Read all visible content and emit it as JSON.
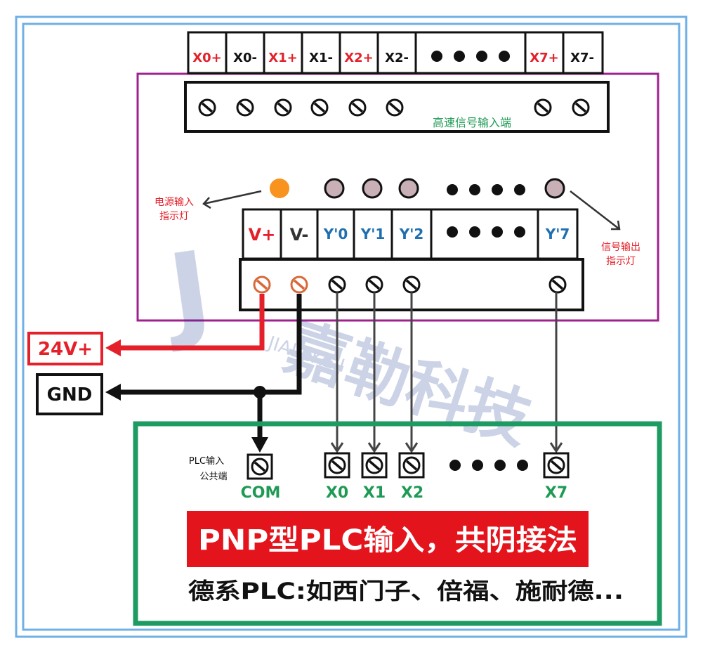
{
  "input_terminals": [
    "X0+",
    "X0-",
    "X1+",
    "X1-",
    "X2+",
    "X2-",
    "X7+",
    "X7-"
  ],
  "high_speed_input_label": "高速信号输入端",
  "power_indicator_label": [
    "电源输入",
    "指示灯"
  ],
  "signal_output_indicator_label": [
    "信号输出",
    "指示灯"
  ],
  "output_terminals": [
    "V+",
    "V-",
    "Y'0",
    "Y'1",
    "Y'2",
    "Y'7"
  ],
  "supply_positive": "24V+",
  "supply_ground": "GND",
  "watermark_brand": "嘉勒科技",
  "watermark_sub": "JIALEKEJI",
  "plc_common_label": [
    "PLC输入",
    "公共端"
  ],
  "plc_terminals": [
    "COM",
    "X0",
    "X1",
    "X2",
    "X7"
  ],
  "banner_title": "PNP型PLC输入，共阴接法",
  "footer_text": "德系PLC:如西门子、倍福、施耐德...",
  "colors": {
    "frame_blue": "#6fb0e6",
    "module_border": "#a0208f",
    "plc_border": "#1e9a63",
    "red_wire": "#e4202a",
    "banner_red": "#e4141c",
    "label_green": "#1f9a55",
    "label_blue": "#1f6fb0",
    "led_orange": "#f7931e",
    "led_mauve": "#c8b0b6"
  }
}
